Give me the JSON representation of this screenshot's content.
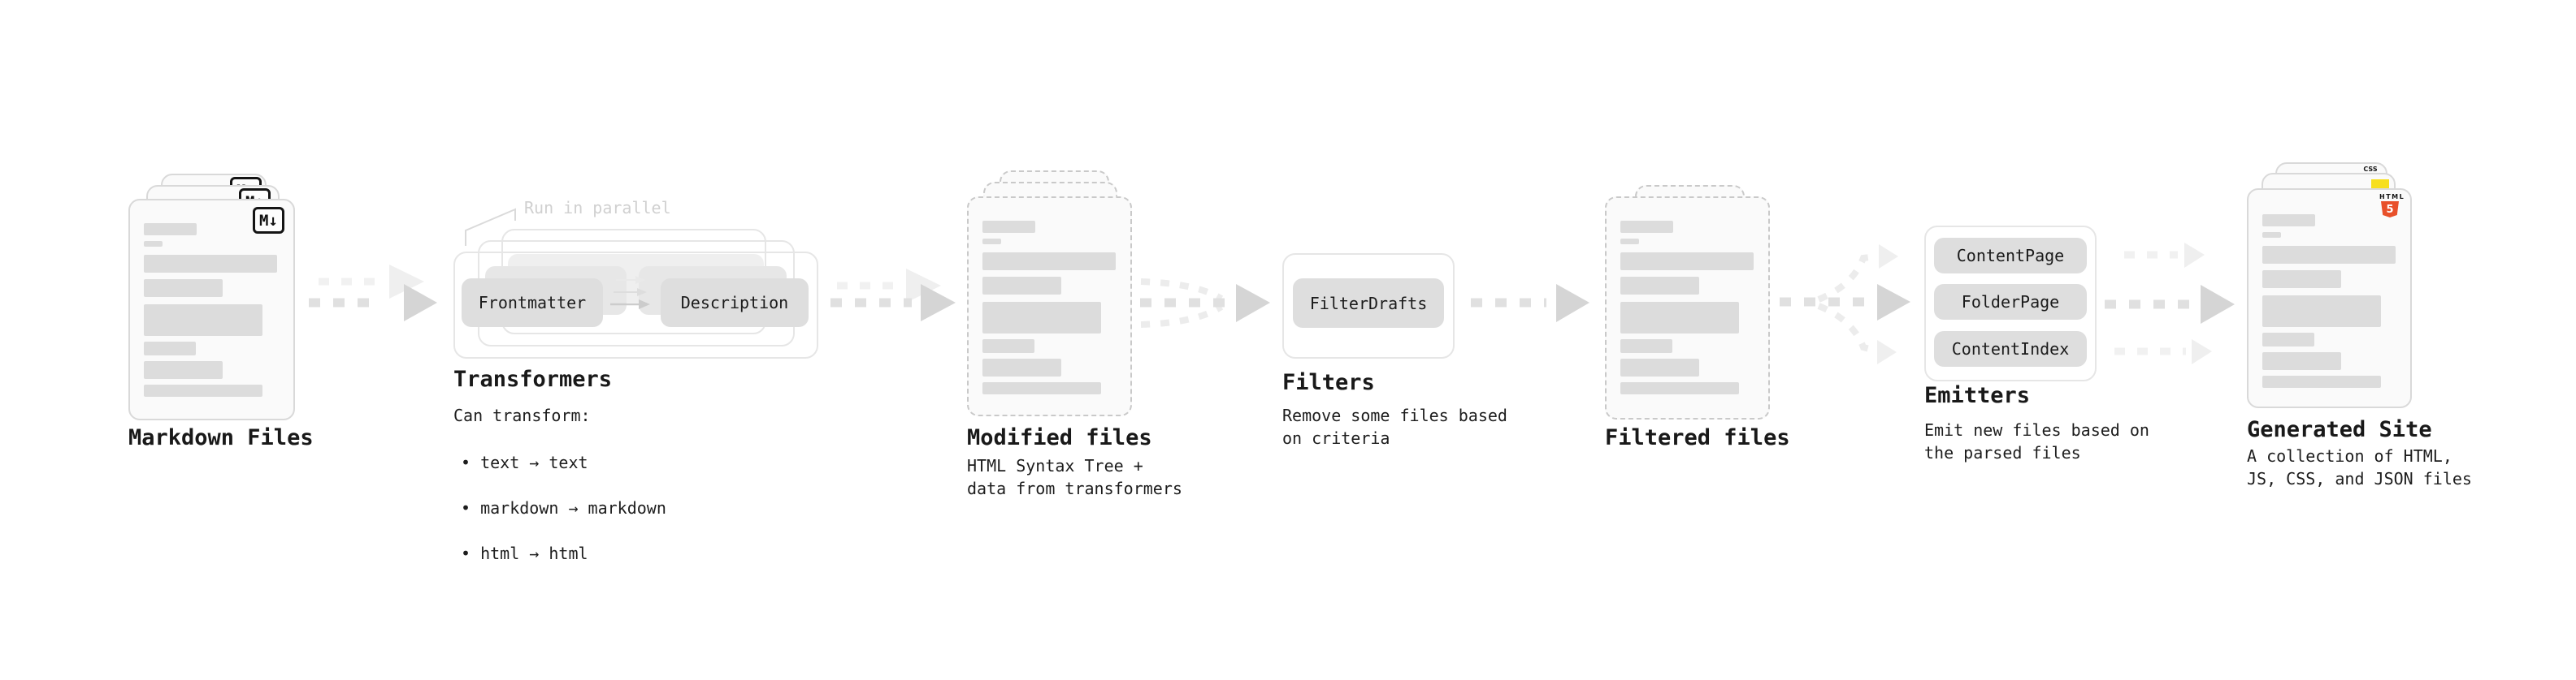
{
  "colors": {
    "background": "#ffffff",
    "text": "#1a1a1a",
    "muted_annotation": "#d0d0d0",
    "card_background": "#fafafa",
    "card_border": "#d9d9d9",
    "dashed_border": "#c9c9c9",
    "skeleton_bar": "#dcdcdc",
    "pill_background": "#dedede",
    "arrow": "#d5d5d5",
    "arrow_ghost": "#efefef",
    "html5_orange": "#e8502a",
    "js_yellow": "#f7df1e",
    "css_blue": "#2f6df2"
  },
  "markdown_files": {
    "label": "Markdown Files",
    "badge": "M↓"
  },
  "transformers": {
    "annotation": "Run in parallel",
    "input_box": "Frontmatter",
    "output_box": "Description",
    "heading": "Transformers",
    "description_title": "Can transform:",
    "bullets": [
      "• text → text",
      "• markdown → markdown",
      "• html → html"
    ]
  },
  "modified_files": {
    "heading": "Modified files",
    "description": "HTML Syntax Tree +\ndata from transformers"
  },
  "filters": {
    "box": "FilterDrafts",
    "heading": "Filters",
    "description": "Remove some files based\non criteria"
  },
  "filtered_files": {
    "heading": "Filtered files"
  },
  "emitters": {
    "boxes": [
      "ContentPage",
      "FolderPage",
      "ContentIndex"
    ],
    "heading": "Emitters",
    "description": "Emit new files based on\nthe parsed files"
  },
  "generated_site": {
    "heading": "Generated Site",
    "description": "A collection of HTML,\nJS, CSS, and JSON files",
    "html5_badge_word": "HTML",
    "html5_badge_number": "5",
    "css_badge": "CSS"
  }
}
